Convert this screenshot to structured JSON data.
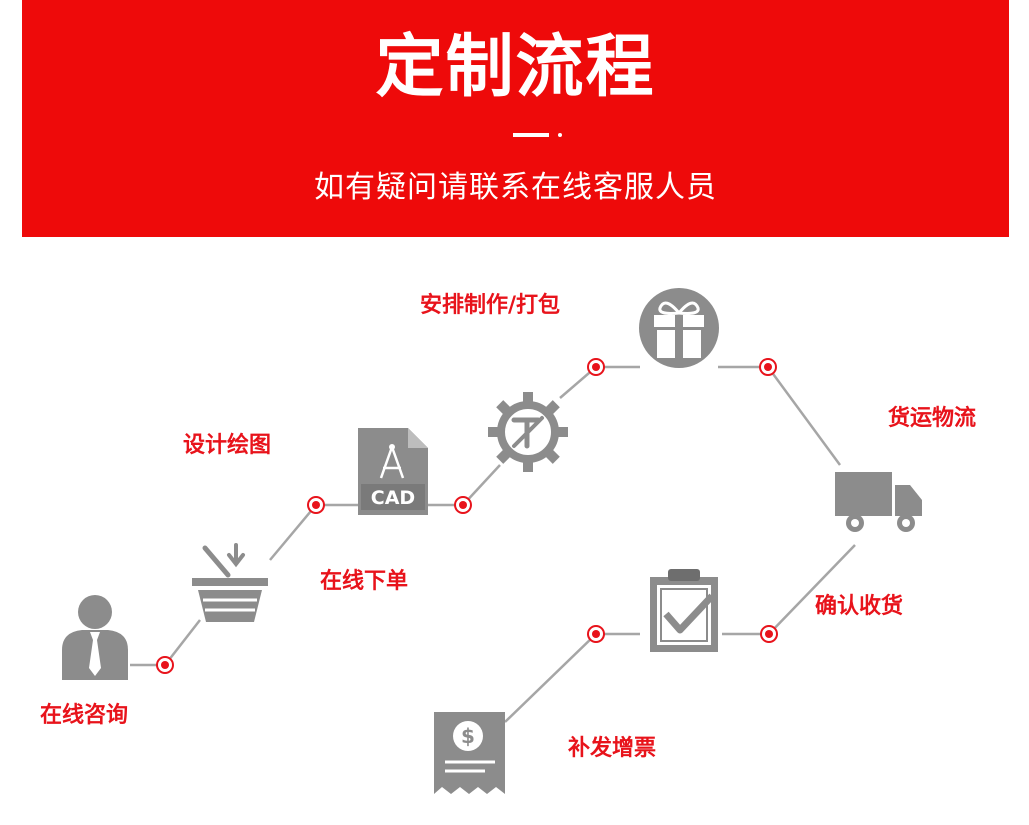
{
  "header": {
    "title": "定制流程",
    "subtitle": "如有疑问请联系在线客服人员"
  },
  "steps": [
    {
      "label": "在线咨询",
      "icon": "consultant-person-icon"
    },
    {
      "label": "在线下单",
      "icon": "shopping-basket-icon"
    },
    {
      "label": "设计绘图",
      "icon": "cad-file-icon",
      "icon_text": "CAD"
    },
    {
      "label": "安排制作/打包",
      "icon": "gear-tools-icon"
    },
    {
      "label": "货运物流",
      "icon": "delivery-truck-icon"
    },
    {
      "label": "确认收货",
      "icon": "clipboard-check-icon"
    },
    {
      "label": "补发增票",
      "icon": "invoice-receipt-icon"
    }
  ],
  "colors": {
    "accent": "#ee0a0a",
    "label": "#e8131b",
    "icon": "#8c8c8c",
    "line": "#a6a6a6"
  }
}
